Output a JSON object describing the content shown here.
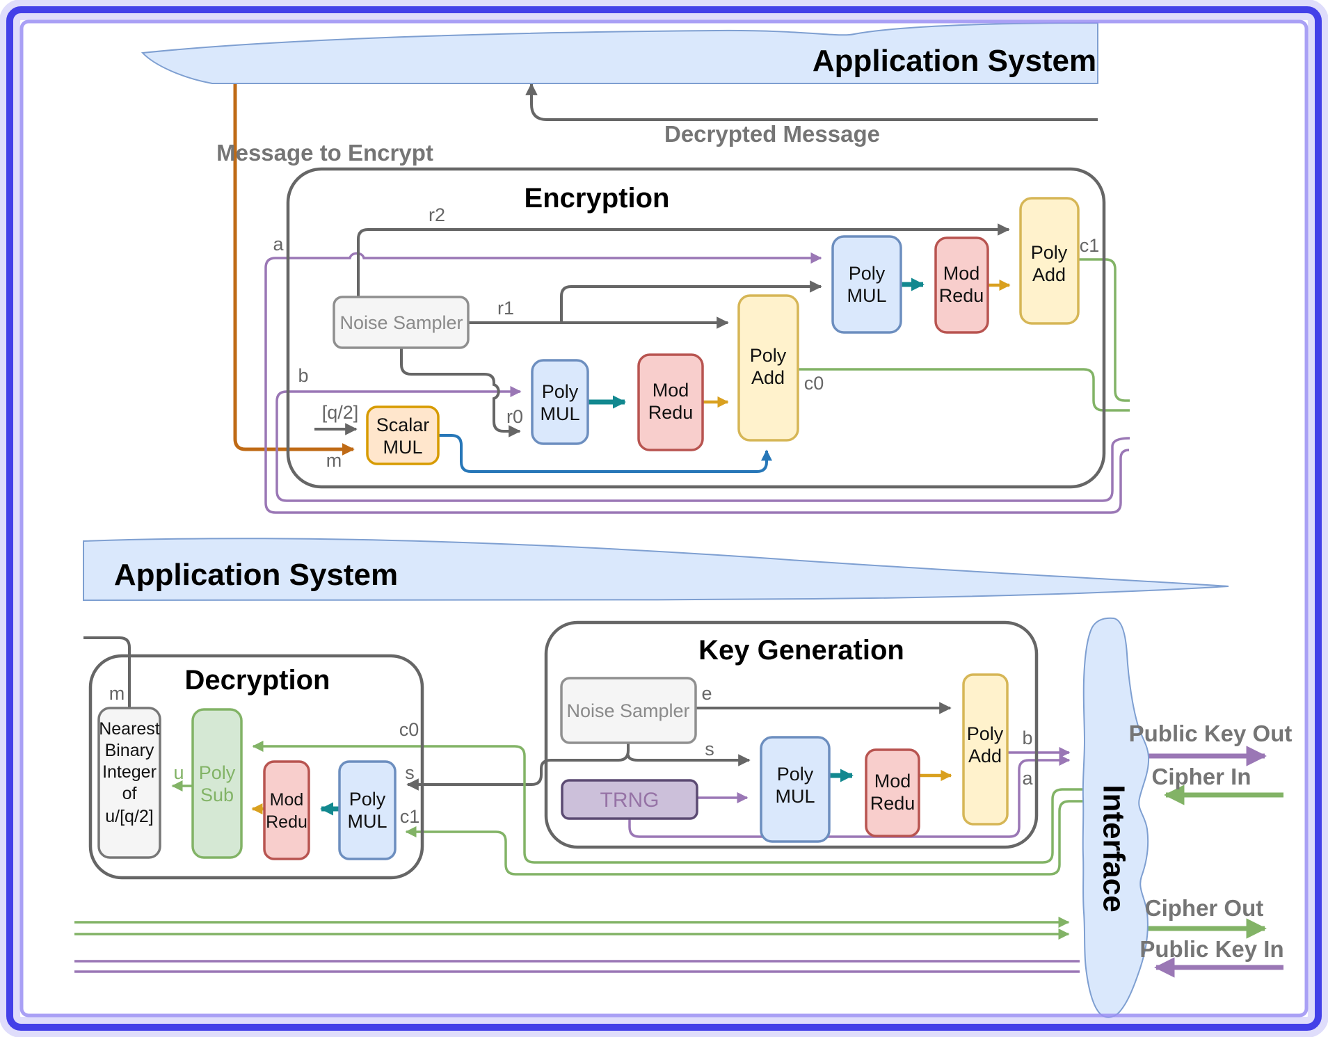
{
  "banner_top": {
    "label": "Application System"
  },
  "banner_middle": {
    "label": "Application System"
  },
  "flows": {
    "decrypted_message": "Decrypted Message",
    "message_to_encrypt": "Message to Encrypt"
  },
  "encryption": {
    "title": "Encryption",
    "noise_sampler": "Noise Sampler",
    "scalar_mul": [
      "Scalar",
      "MUL"
    ],
    "poly_mul_lower": [
      "Poly",
      "MUL"
    ],
    "mod_redu_lower": [
      "Mod",
      "Redu"
    ],
    "poly_add_lower": [
      "Poly",
      "Add"
    ],
    "poly_mul_upper": [
      "Poly",
      "MUL"
    ],
    "mod_redu_upper": [
      "Mod",
      "Redu"
    ],
    "poly_add_upper": [
      "Poly",
      "Add"
    ],
    "signals": {
      "r2": "r2",
      "r1": "r1",
      "r0": "r0",
      "a": "a",
      "b": "b",
      "q_half": "[q/2]",
      "m": "m",
      "c0": "c0",
      "c1": "c1"
    }
  },
  "decryption": {
    "title": "Decryption",
    "nearest_binary": [
      "Nearest",
      "Binary",
      "Integer",
      "of",
      "u/[q/2]"
    ],
    "poly_sub": [
      "Poly",
      "Sub"
    ],
    "mod_redu": [
      "Mod",
      "Redu"
    ],
    "poly_mul": [
      "Poly",
      "MUL"
    ],
    "signals": {
      "m": "m",
      "u": "u",
      "c0": "c0",
      "s": "s",
      "c1": "c1"
    }
  },
  "key_generation": {
    "title": "Key Generation",
    "noise_sampler": "Noise Sampler",
    "trng": "TRNG",
    "poly_mul": [
      "Poly",
      "MUL"
    ],
    "mod_redu": [
      "Mod",
      "Redu"
    ],
    "poly_add": [
      "Poly",
      "Add"
    ],
    "signals": {
      "e": "e",
      "s": "s",
      "b": "b",
      "a": "a"
    }
  },
  "interface": {
    "title": "Interface",
    "public_key_out": "Public Key Out",
    "cipher_in": "Cipher In",
    "cipher_out": "Cipher Out",
    "public_key_in": "Public Key In"
  },
  "colors": {
    "block_blue_fill": "#dae8fc",
    "block_blue_stroke": "#6c8ebf",
    "block_red_fill": "#f8cecc",
    "block_red_stroke": "#b85450",
    "block_yellow_fill": "#fff2cc",
    "block_yellow_stroke": "#d6b656",
    "block_green_fill": "#d5e8d4",
    "block_green_stroke": "#82b366",
    "block_orange_fill": "#ffe6cc",
    "block_orange_stroke": "#d79b00",
    "block_purple_fill": "#ccc0da",
    "block_purple_stroke": "#5b4a72",
    "block_gray_fill": "#f5f5f5",
    "block_gray_stroke": "#8f8f8f",
    "banner_fill": "#dae8fc",
    "line_gray": "#666666",
    "line_purple": "#9a77b5",
    "line_green": "#82b366",
    "line_teal": "#12888f",
    "line_yellow": "#d9a01f",
    "line_orange": "#bf6a15",
    "line_blue": "#2777b8",
    "frame_outer": "#4340e8",
    "frame_glow": "#8d84f1",
    "label_gray": "#757575"
  }
}
